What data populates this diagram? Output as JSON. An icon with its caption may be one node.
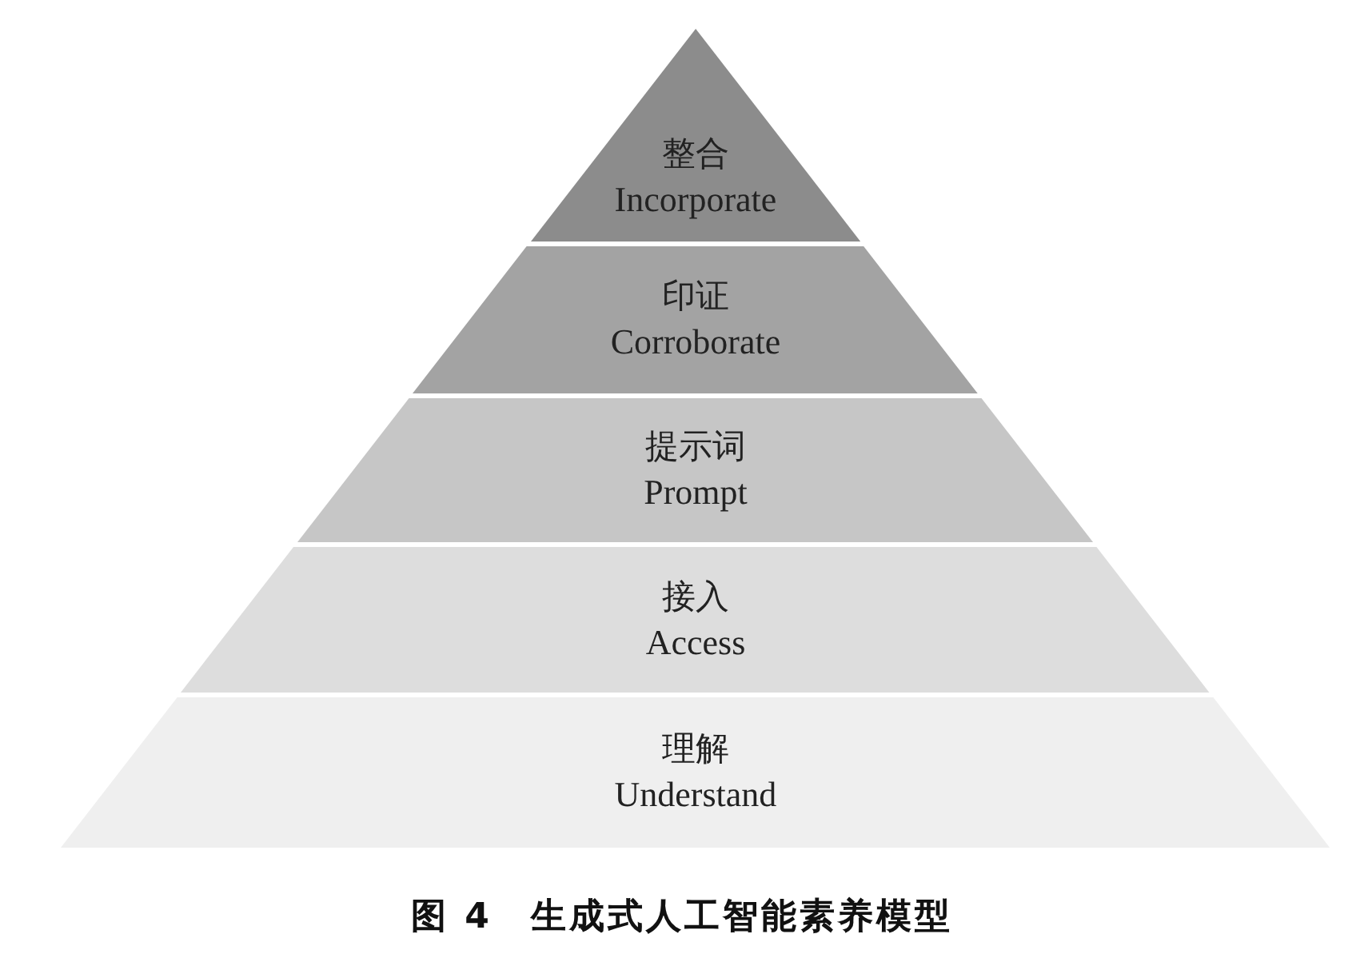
{
  "diagram": {
    "caption": "图 4　生成式人工智能素养模型",
    "nodes": [
      {
        "text": [
          "整合",
          "Incorporate"
        ]
      },
      {
        "text": [
          "印证",
          "Corroborate"
        ]
      },
      {
        "text": [
          "提示词",
          "Prompt"
        ]
      },
      {
        "text": [
          "接入",
          "Access"
        ]
      },
      {
        "text": [
          "理解",
          "Understand"
        ]
      }
    ]
  }
}
